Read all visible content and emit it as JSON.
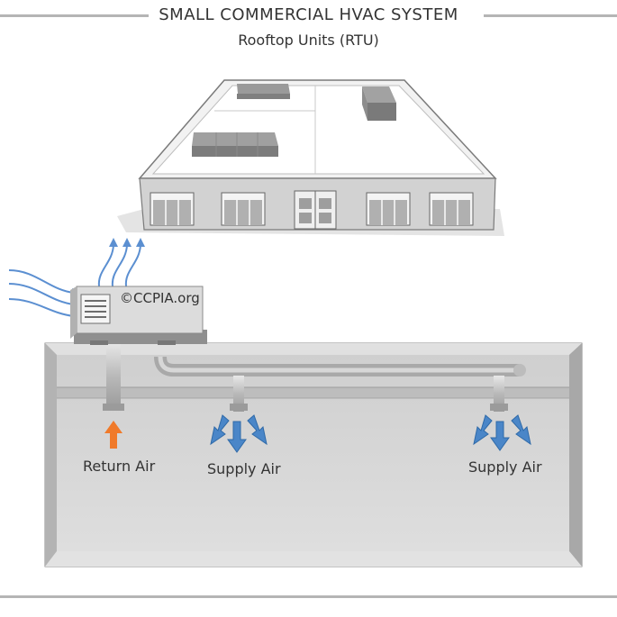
{
  "header": {
    "title": "SMALL COMMERCIAL HVAC SYSTEM",
    "subtitle": "Rooftop Units (RTU)"
  },
  "diagram": {
    "copyright": "©CCPIA.org",
    "labels": {
      "return_air": "Return Air",
      "supply_air_left": "Supply Air",
      "supply_air_right": "Supply Air"
    },
    "colors": {
      "supply_arrow": "#4a86c8",
      "return_arrow": "#f07a2a",
      "airflow_line": "#5b8fd1",
      "wall_gray": "#c4c4c4",
      "interior_gray": "#d6d6d6",
      "rule_gray": "#b5b5b5"
    },
    "icons": [
      "building-icon",
      "rooftop-unit-icon",
      "duct-icon",
      "arrow-up-icon",
      "arrow-down-icon"
    ]
  }
}
